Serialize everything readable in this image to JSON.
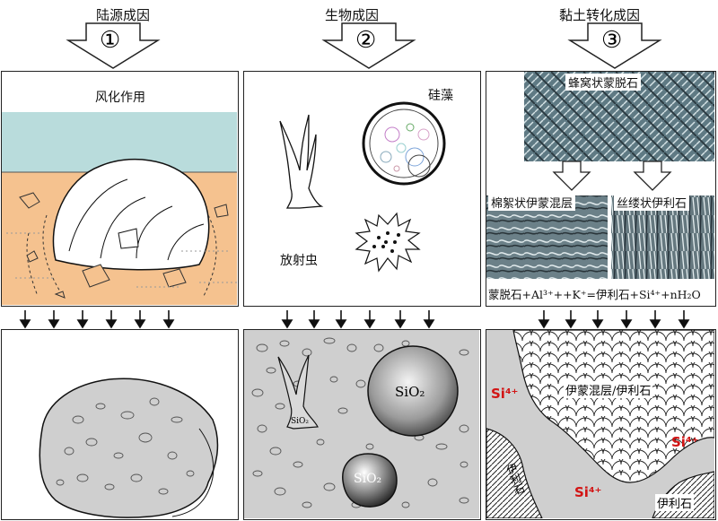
{
  "columns": [
    {
      "title": "陆源成因",
      "number": "①"
    },
    {
      "title": "生物成因",
      "number": "②"
    },
    {
      "title": "黏土转化成因",
      "number": "③"
    }
  ],
  "panel1": {
    "label": "风化作用"
  },
  "panel2": {
    "diatom": "硅藻",
    "radiolarian": "放射虫"
  },
  "panel3": {
    "top": "蜂窝状蒙脱石",
    "left": "棉絮状伊蒙混层",
    "right": "丝缕状伊利石",
    "equation": "蒙脱石+Al³⁺++K⁺=伊利石+Si⁴⁺+nH₂O"
  },
  "bottom2": {
    "small": "SiO₂",
    "big": "SiO₂",
    "mid": "SiO₂"
  },
  "bottom3": {
    "mixed": "伊蒙混层/伊利石",
    "si1": "Si⁴⁺",
    "si2": "Si⁴⁺",
    "si3": "Si⁴⁺",
    "illite_left": "伊利石",
    "illite_right": "伊利石"
  },
  "colors": {
    "water": "#b9dcdc",
    "sand": "#f5c28f",
    "gray": "#cfcfcf"
  }
}
